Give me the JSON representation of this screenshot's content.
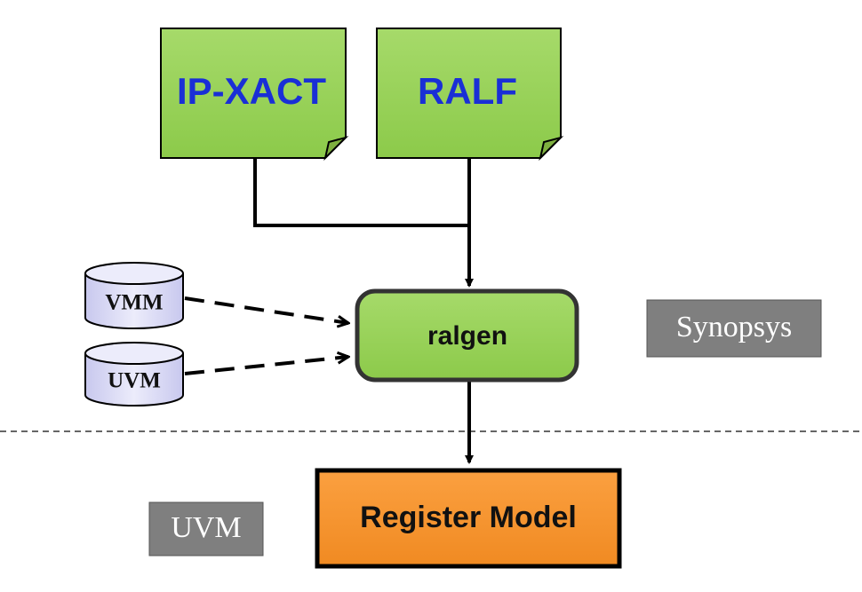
{
  "diagram": {
    "inputs": {
      "ipxact_label": "IP-XACT",
      "ralf_label": "RALF"
    },
    "generator": {
      "label": "ralgen"
    },
    "databases": {
      "vmm_label": "VMM",
      "uvm_label": "UVM"
    },
    "output": {
      "label": "Register Model"
    },
    "regions": {
      "upper_label": "Synopsys",
      "lower_label": "UVM"
    },
    "colors": {
      "input_doc_fill": "#92d050",
      "input_text": "#1a2fd6",
      "generator_fill": "#92d050",
      "database_fill": "#dcdcf5",
      "output_fill": "#f79646",
      "region_tag_fill": "#7f7f7f"
    }
  }
}
